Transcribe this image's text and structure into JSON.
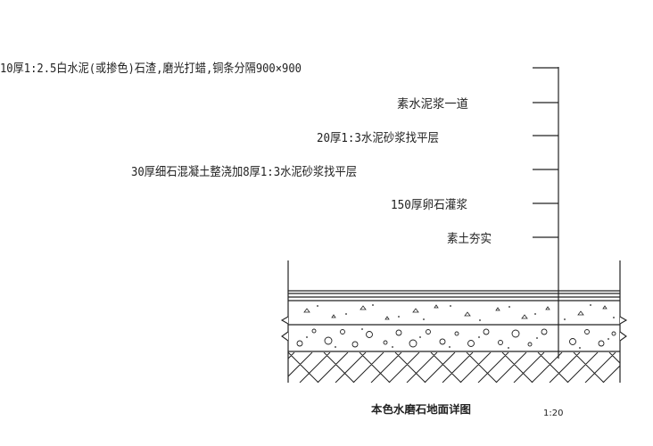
{
  "layers": [
    {
      "id": "layer-1",
      "text": "10厚1:2.5白水泥(或掺色)石渣,磨光打蜡,铜条分隔900×900"
    },
    {
      "id": "layer-2",
      "text": "素水泥浆一道"
    },
    {
      "id": "layer-3",
      "text": "20厚1:3水泥砂浆找平层"
    },
    {
      "id": "layer-4",
      "text": "30厚细石混凝土整浇加8厚1:3水泥砂浆找平层"
    },
    {
      "id": "layer-5",
      "text": "150厚卵石灌浆"
    },
    {
      "id": "layer-6",
      "text": "素土夯实"
    }
  ],
  "drawing": {
    "title": "本色水磨石地面详图",
    "scale": "1:20"
  },
  "colors": {
    "line": "#222222",
    "background": "#ffffff"
  }
}
